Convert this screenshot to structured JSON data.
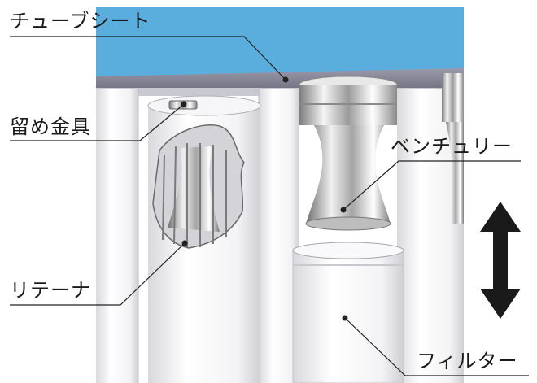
{
  "diagram": {
    "labels": {
      "tube_sheet": "チューブシート",
      "clamp": "留め金具",
      "venturi": "ベンチュリー",
      "retainer": "リテーナ",
      "filter": "フィルター"
    },
    "colors": {
      "sky": "#5aaedd",
      "tube_sheet_band": "#8c8c9c",
      "filter_body": "#f2f2f4",
      "metal_light": "#ececec",
      "metal_dark": "#8a8a8a",
      "arrow": "#1a1a1a",
      "leader_line": "#222222"
    }
  }
}
